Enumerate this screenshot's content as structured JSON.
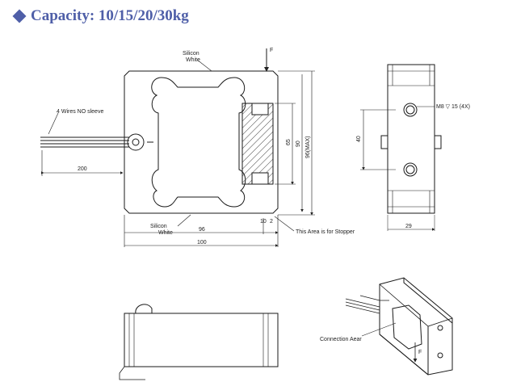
{
  "title": "Capacity: 10/15/20/30kg",
  "labels": {
    "silicon_white_top_1": "Silicon",
    "silicon_white_top_2": "White",
    "silicon_white_bottom_1": "Silicon",
    "silicon_white_bottom_2": "White",
    "force_top": "F",
    "force_iso": "F",
    "wires": "4 Wires NO sleeve",
    "stopper": "This Area is for Stopper",
    "connection": "Connection Aear",
    "thread": "M8 ▽ 15 (4X)"
  },
  "dimensions": {
    "cable_len": "200",
    "d96": "96",
    "d100": "100",
    "d10": "10",
    "d2": "2",
    "d65": "65",
    "d90": "90",
    "d96max": "96(MAX)",
    "d40": "40",
    "d29": "29"
  },
  "colors": {
    "accent": "#4f5fa8",
    "line": "#1a1a1a"
  }
}
